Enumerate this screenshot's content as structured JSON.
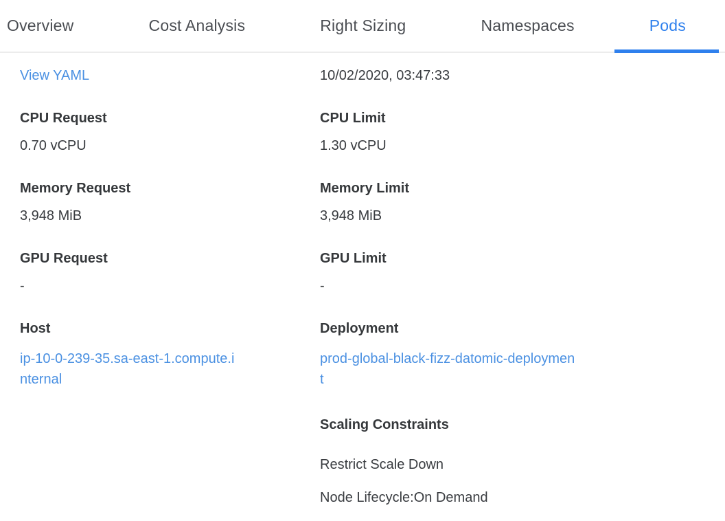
{
  "colors": {
    "active_tab": "#2f80ed",
    "link": "#4a90e2"
  },
  "tabs": {
    "items": [
      {
        "label": "Overview",
        "active": false
      },
      {
        "label": "Cost Analysis",
        "active": false
      },
      {
        "label": "Right Sizing",
        "active": false
      },
      {
        "label": "Namespaces",
        "active": false
      },
      {
        "label": "Pods",
        "active": true
      }
    ]
  },
  "details": {
    "view_yaml": "View YAML",
    "timestamp": "10/02/2020, 03:47:33",
    "fields": [
      {
        "label": "CPU Request",
        "value": "0.70 vCPU"
      },
      {
        "label": "CPU Limit",
        "value": "1.30 vCPU"
      },
      {
        "label": "Memory Request",
        "value": "3,948 MiB"
      },
      {
        "label": "Memory Limit",
        "value": "3,948 MiB"
      },
      {
        "label": "GPU Request",
        "value": "-"
      },
      {
        "label": "GPU Limit",
        "value": "-"
      }
    ],
    "host": {
      "label": "Host",
      "value": "ip-10-0-239-35.sa-east-1.compute.internal"
    },
    "deployment": {
      "label": "Deployment",
      "value": "prod-global-black-fizz-datomic-deployment"
    },
    "scaling": {
      "label": "Scaling Constraints",
      "items": [
        "Restrict Scale Down",
        "Node Lifecycle:On Demand"
      ]
    }
  }
}
